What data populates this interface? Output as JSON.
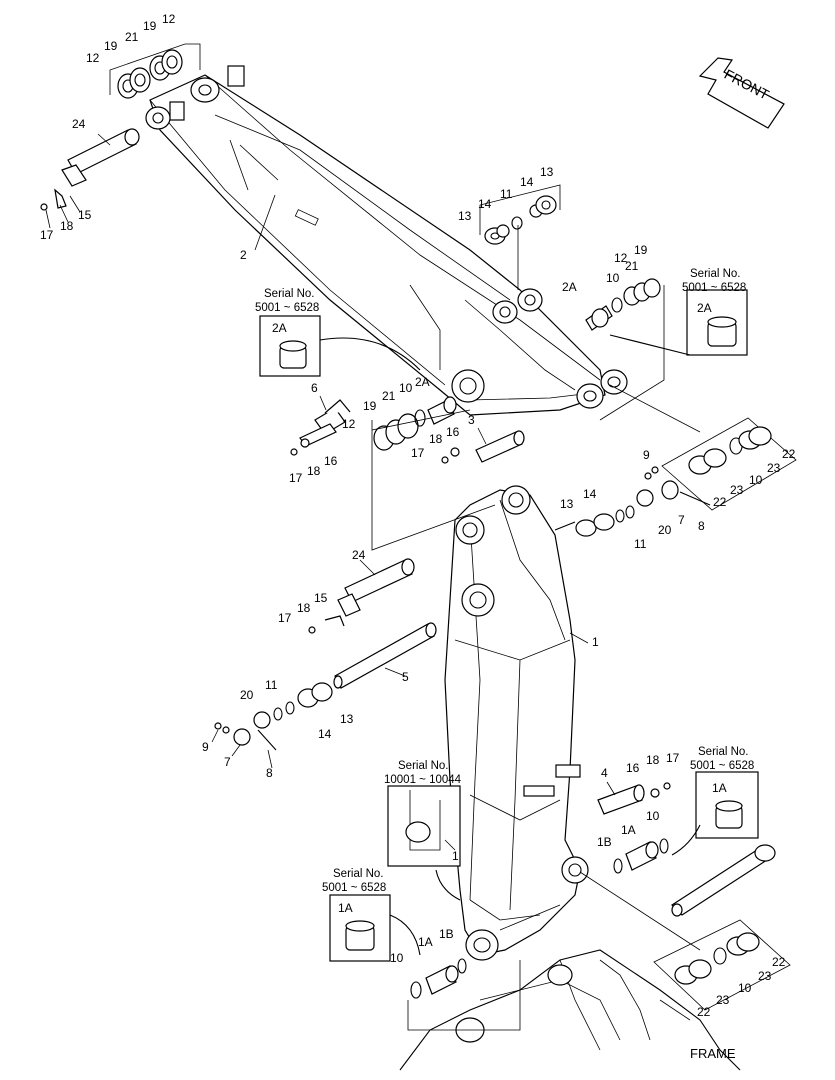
{
  "orientation_label": "FRONT",
  "frame_label": "FRAME",
  "serial_label": "Serial No.",
  "serial_ranges": {
    "a": "5001 ~ 6528",
    "b": "10001 ~ 10044"
  },
  "callouts": {
    "boom": "1",
    "bushing_1a": "1A",
    "bushing_1b": "1B",
    "arm": "2",
    "bushing_2a": "2A",
    "pin_3": "3",
    "pin_4": "4",
    "pin_5": "5",
    "pin_6": "6",
    "part_7": "7",
    "part_8": "8",
    "part_9": "9",
    "part_10": "10",
    "part_11": "11",
    "part_12": "12",
    "part_13": "13",
    "part_14": "14",
    "part_15": "15",
    "part_16": "16",
    "part_17": "17",
    "part_18": "18",
    "part_19": "19",
    "part_20": "20",
    "part_21": "21",
    "part_22": "22",
    "part_23": "23",
    "pin_24": "24"
  }
}
